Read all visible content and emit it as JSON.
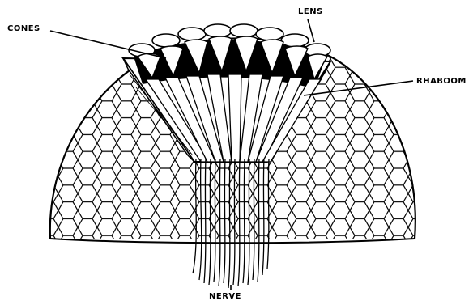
{
  "labels": {
    "cones": "CONES",
    "lens": "LENS",
    "rhaboom": "RHABOOM",
    "nerve": "NERVE"
  },
  "colors": {
    "ink": "#000000",
    "paper": "#ffffff"
  }
}
